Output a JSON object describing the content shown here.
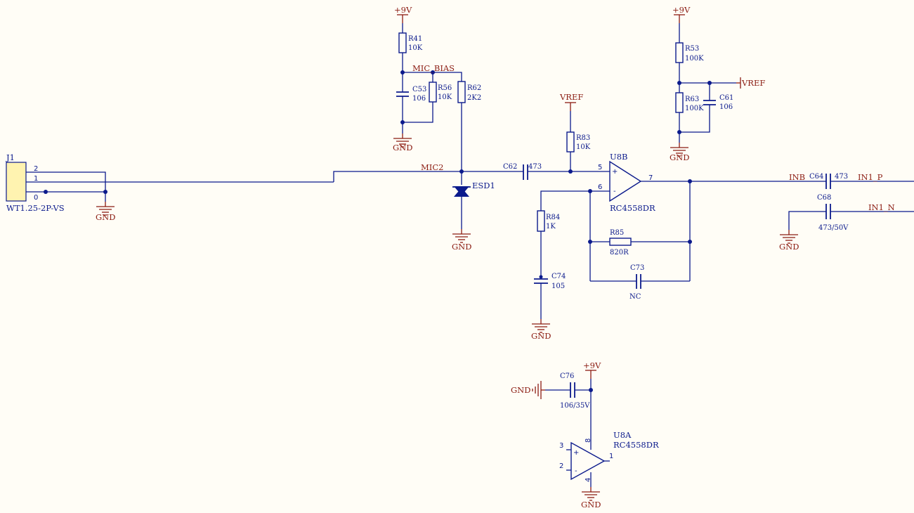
{
  "nets": {
    "plus9v": "+9V",
    "gnd": "GND",
    "vref": "VREF",
    "mic_bias": "MIC_BIAS",
    "mic2": "MIC2",
    "inb": "INB",
    "in1_p": "IN1_P",
    "in1_n": "IN1_N"
  },
  "connector": {
    "ref": "J1",
    "part": "WT1.25-2P-VS",
    "pins": [
      "2",
      "1",
      "0"
    ]
  },
  "parts": {
    "r41": {
      "ref": "R41",
      "value": "10K"
    },
    "c53": {
      "ref": "C53",
      "value": "106"
    },
    "r56": {
      "ref": "R56",
      "value": "10K"
    },
    "r62": {
      "ref": "R62",
      "value": "2K2"
    },
    "esd1": {
      "ref": "ESD1"
    },
    "c62": {
      "ref": "C62",
      "value": "473"
    },
    "r83": {
      "ref": "R83",
      "value": "10K"
    },
    "r84": {
      "ref": "R84",
      "value": "1K"
    },
    "c74": {
      "ref": "C74",
      "value": "105"
    },
    "r85": {
      "ref": "R85",
      "value": "820R"
    },
    "c73": {
      "ref": "C73",
      "value": "NC"
    },
    "r53": {
      "ref": "R53",
      "value": "100K"
    },
    "r63": {
      "ref": "R63",
      "value": "100K"
    },
    "c61": {
      "ref": "C61",
      "value": "106"
    },
    "c64": {
      "ref": "C64",
      "value": "473"
    },
    "c68": {
      "ref": "C68",
      "value": "473/50V"
    },
    "c76": {
      "ref": "C76",
      "value": "106/35V"
    }
  },
  "u8b": {
    "ref": "U8B",
    "part": "RC4558DR",
    "pin_in_plus": "5",
    "pin_in_minus": "6",
    "pin_out": "7",
    "sign_plus": "+",
    "sign_minus": "-"
  },
  "u8a": {
    "ref": "U8A",
    "part": "RC4558DR",
    "pin_in_plus": "3",
    "pin_in_minus": "2",
    "pin_out": "1",
    "pin_vcc": "8",
    "pin_gnd": "4",
    "sign_plus": "+",
    "sign_minus": "-"
  },
  "colors": {
    "background": "#FFFDF6",
    "wire": "#0B1A8C",
    "power": "#8B1C12",
    "connector_fill": "#FFF3B0"
  }
}
